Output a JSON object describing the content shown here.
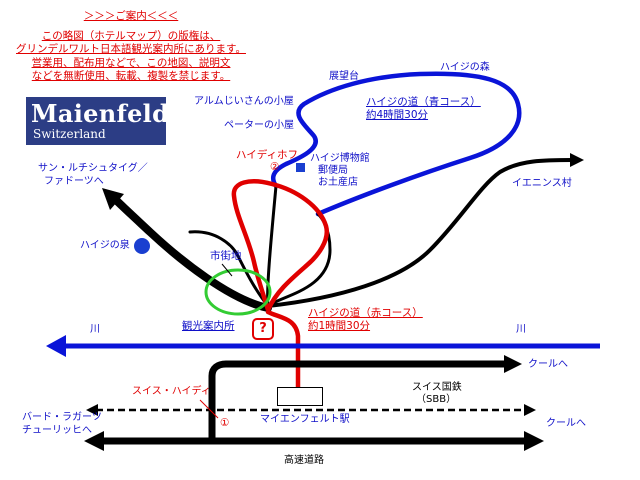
{
  "notice": {
    "heading": "＞＞＞ご案内＜＜＜",
    "lines": [
      "この略図（ホテルマップ）の版権は、",
      "グリンデルワルト日本語観光案内所にあります。",
      "営業用、配布用などで、この地図、説明文",
      "などを無断使用、転載、複製を禁じます。"
    ]
  },
  "logo": {
    "title": "Maienfeld",
    "subtitle": "Switzerland"
  },
  "routes": {
    "blue": {
      "name": "ハイジの道（青コース）",
      "time": "約4時間30分",
      "color": "#0a14d8"
    },
    "red": {
      "name": "ハイジの道（赤コース）",
      "time": "約1時間30分",
      "color": "#e00000"
    }
  },
  "places": {
    "tenboudai": "展望台",
    "heidi_forest": "ハイジの森",
    "alm_hut": "アルムじいさんの小屋",
    "peter_hut": "ペーターの小屋",
    "heidihof": "ハイディホフ",
    "heidihof_number": "②",
    "museum": "ハイジ博物館",
    "post_office": "郵便局",
    "souvenir": "お土産店",
    "st_luzisteig_1": "サン・ルチシュタイグ／",
    "st_luzisteig_2": "ファドーツへ",
    "heidi_spring": "ハイジの泉",
    "city_area": "市街地",
    "jenins": "イエニンス村",
    "info_office": "観光案内所",
    "info_symbol": "?",
    "river_left": "川",
    "river_right": "川",
    "chur_1": "クールへ",
    "chur_2": "クールへ",
    "swiss_heidi": "スイス・ハイディ",
    "swiss_heidi_number": "①",
    "sbb_1": "スイス国鉄",
    "sbb_2": "（SBB）",
    "bad_ragaz_1": "バード・ラガーツ",
    "bad_ragaz_2": "チューリッヒへ",
    "station": "マイエンフェルト駅",
    "highway": "高速道路"
  },
  "colors": {
    "blue_river": "#0a14d8",
    "green_city": "#33cc33",
    "black_road": "#000000",
    "museum_marker": "#1a3fd0"
  }
}
